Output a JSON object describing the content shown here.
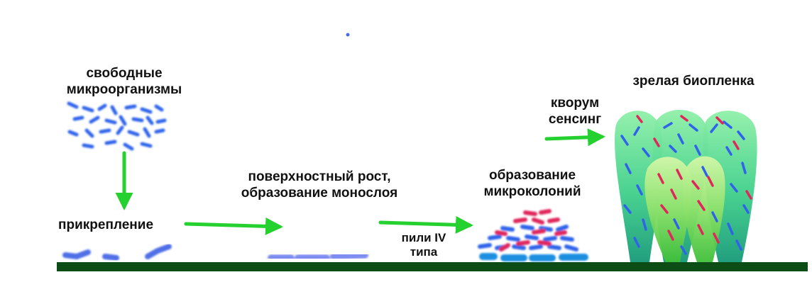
{
  "stages": {
    "free": {
      "line1": "свободные",
      "line2": "микроорганизмы"
    },
    "attachment": {
      "label": "прикрепление"
    },
    "surface_growth": {
      "line1": "поверхностный рост,",
      "line2": "образование монослоя"
    },
    "pili": {
      "line1": "пили IV",
      "line2": "типа"
    },
    "microcolonies": {
      "line1": "образование",
      "line2": "микроколоний"
    },
    "quorum": {
      "line1": "кворум",
      "line2": "сенсинг"
    },
    "mature": {
      "label": "зрелая биопленка"
    }
  },
  "colors": {
    "surface": "#0b4d14",
    "arrow": "#25d12f",
    "bacteria_blue": "#2f63ea",
    "bacteria_light_blue": "#7f8df2",
    "bacteria_cyan": "#1c8fe0",
    "bacteria_red": "#e0275c",
    "biofilm_dark": "#1fa873",
    "biofilm_light": "#7fe07a"
  }
}
